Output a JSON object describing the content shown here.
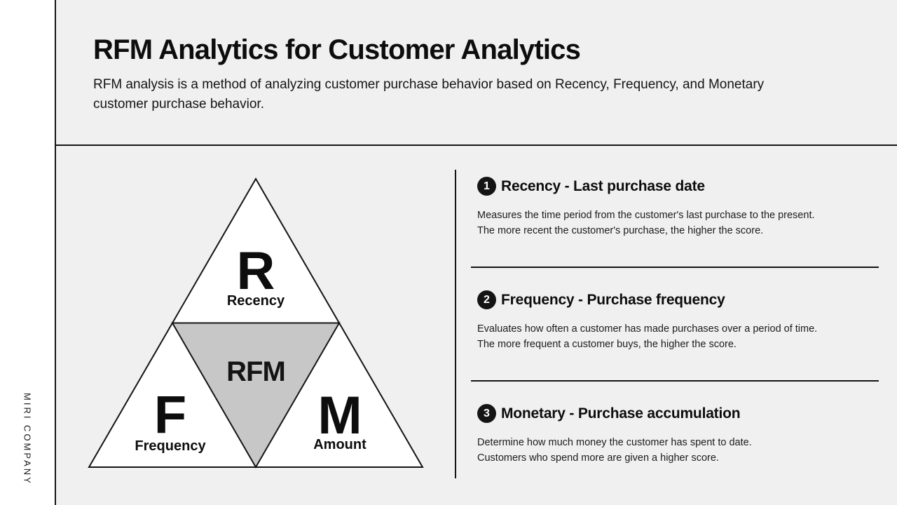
{
  "sidebar": {
    "company": "MIRI COMPANY"
  },
  "header": {
    "title": "RFM Analytics for Customer Analytics",
    "subtitle_line1": "RFM analysis is a method of analyzing customer purchase behavior based on Recency, Frequency, and Monetary",
    "subtitle_line2": "customer purchase behavior."
  },
  "diagram": {
    "type": "pyramid",
    "center_label": "RFM",
    "nodes": [
      {
        "letter": "R",
        "label": "Recency"
      },
      {
        "letter": "F",
        "label": "Frequency"
      },
      {
        "letter": "M",
        "label": "Amount"
      }
    ],
    "colors": {
      "outer_fill": "#ffffff",
      "center_fill": "#c7c7c7",
      "stroke": "#141414"
    }
  },
  "sections": [
    {
      "number": "1",
      "title": "Recency - Last purchase date",
      "line1": "Measures the time period from the customer's last purchase to the present.",
      "line2": "The more recent the customer's purchase, the higher the score."
    },
    {
      "number": "2",
      "title": "Frequency - Purchase frequency",
      "line1": "Evaluates how often a customer has made purchases over a period of time.",
      "line2": "The more frequent a customer buys, the higher the score."
    },
    {
      "number": "3",
      "title": "Monetary - Purchase accumulation",
      "line1": "Determine how much money the customer has spent to date.",
      "line2": "Customers who spend more are given a higher score."
    }
  ],
  "colors": {
    "background": "#f0f0f0",
    "sidebar": "#ffffff",
    "accent": "#141414"
  }
}
